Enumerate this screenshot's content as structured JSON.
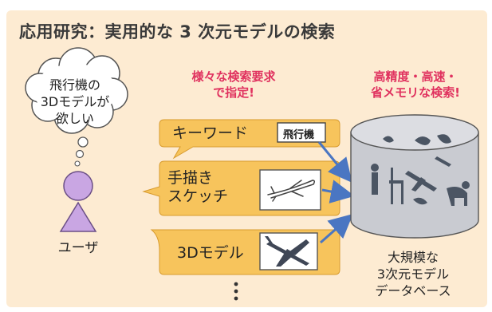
{
  "title": "応用研究：実用的な 3 次元モデルの検索",
  "user_thought": [
    "飛行機の",
    "3Dモデルが",
    "欲しい"
  ],
  "user_label": "ユーザ",
  "left_caption": [
    "様々な検索要求",
    "で指定!"
  ],
  "right_caption": [
    "高精度・高速・",
    "省メモリな検索!"
  ],
  "queries": {
    "keyword": {
      "label": "キーワード",
      "tag": "飛行機"
    },
    "sketch": {
      "label": [
        "手描き",
        "スケッチ"
      ]
    },
    "model": {
      "label": "3Dモデル"
    }
  },
  "database_label": [
    "大規模な",
    "3次元モデル",
    "データベース"
  ],
  "colors": {
    "background": "#fdebd2",
    "accent": "#e0325f",
    "bubble": "#f7c45c",
    "arrow": "#4a76c2",
    "user": "#c9a6e3"
  }
}
